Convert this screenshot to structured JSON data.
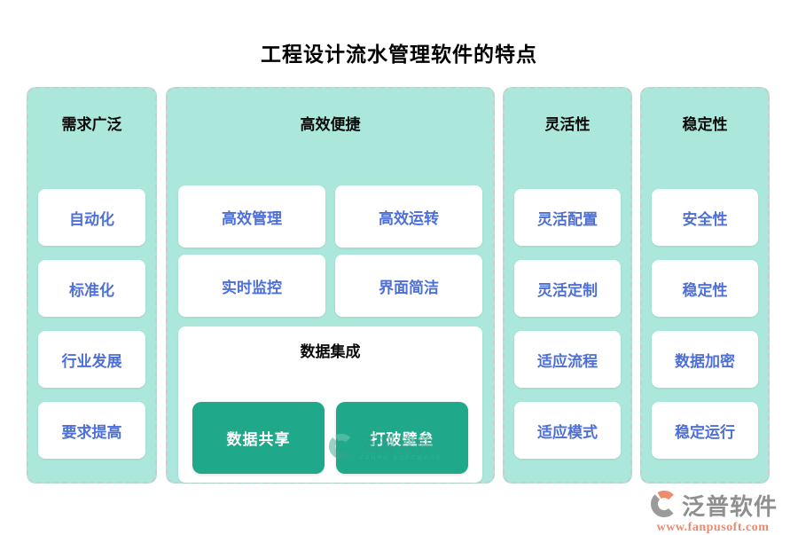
{
  "title": "工程设计流水管理软件的特点",
  "colors": {
    "column_bg": "#abe7da",
    "column_border": "#c6cfcb",
    "card_text_blue": "#4d6fd6",
    "accent_green": "#1fa88a",
    "header_text": "#0a0a0a",
    "brand_gray": "#8f8f8f",
    "brand_salmon": "#ea8a70"
  },
  "columns": [
    {
      "header": "需求广泛",
      "items": [
        "自动化",
        "标准化",
        "行业发展",
        "要求提高"
      ]
    },
    {
      "header": "高效便捷",
      "items": [
        "高效管理",
        "高效运转",
        "实时监控",
        "界面简洁"
      ],
      "integration": {
        "title": "数据集成",
        "buttons": [
          "数据共享",
          "打破壁垒"
        ]
      }
    },
    {
      "header": "灵活性",
      "items": [
        "灵活配置",
        "灵活定制",
        "适应流程",
        "适应模式"
      ]
    },
    {
      "header": "稳定性",
      "items": [
        "安全性",
        "稳定性",
        "数据加密",
        "稳定运行"
      ]
    }
  ],
  "watermark": {
    "name": "泛普软件",
    "subtitle": "FANPU SOFTWARE"
  },
  "brand": {
    "name": "泛普软件",
    "url": "www.fanpusoft.com"
  }
}
